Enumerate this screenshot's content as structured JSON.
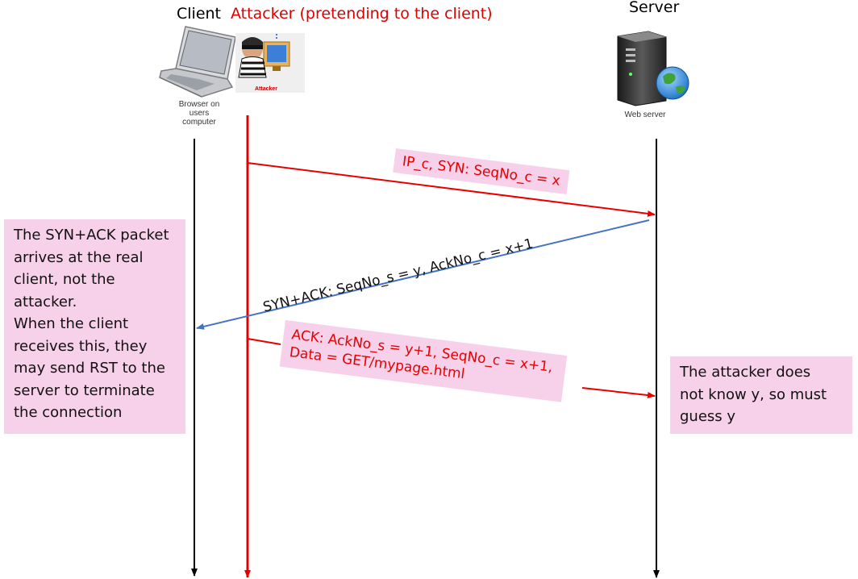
{
  "header": {
    "client": "Client",
    "attacker": "Attacker (pretending to the client)",
    "server": "Server"
  },
  "icons": {
    "client": "laptop-icon",
    "attacker": "attacker-icon",
    "attacker_badge": "Attacker",
    "server": "web-server-icon"
  },
  "captions": {
    "client": [
      "Browser on",
      "users",
      "computer"
    ],
    "server": "Web server"
  },
  "messages": {
    "syn": "IP_c, SYN: SeqNo_c = x",
    "synack": "SYN+ACK: SeqNo_s = y, AckNo_c = x+1",
    "ack": [
      "ACK: AckNo_s = y+1, SeqNo_c = x+1,",
      "Data = GET/mypage.html"
    ]
  },
  "notes": {
    "left": [
      "The SYN+ACK packet",
      "arrives at the real",
      "client, not the",
      "attacker.",
      "When the client",
      "receives this, they",
      "may send RST to the",
      "server to terminate",
      "the connection"
    ],
    "right": [
      "The attacker does",
      "not know y, so must",
      "guess y"
    ]
  },
  "colors": {
    "attacker": "#e00000",
    "message_red": "#e80000",
    "synack_blue": "#4472c4",
    "note_bg": "#f7d0ea",
    "timeline_black": "#000000"
  }
}
